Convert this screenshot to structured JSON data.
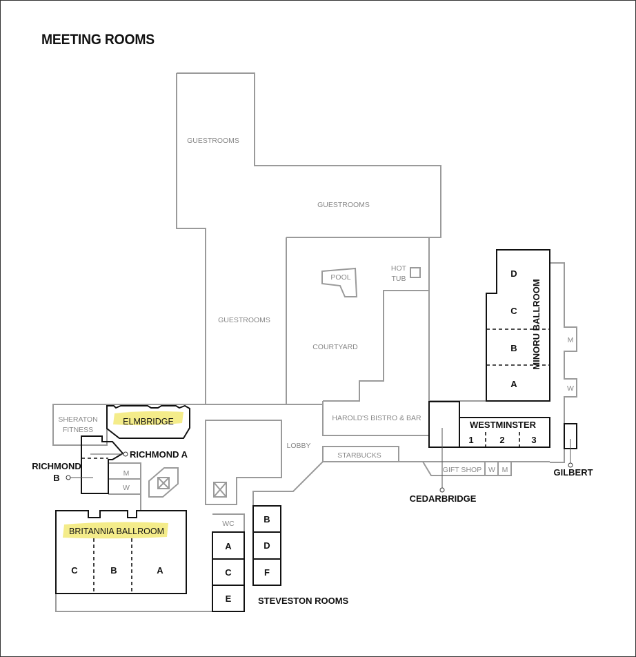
{
  "title": "MEETING ROOMS",
  "colors": {
    "highlight": "#f4ec8a",
    "wall_gray": "#9a9a9a",
    "wall_black": "#111111"
  },
  "labels": {
    "guestrooms_top": "GUESTROOMS",
    "guestrooms_mid": "GUESTROOMS",
    "guestrooms_left": "GUESTROOMS",
    "pool": "POOL",
    "hot": "HOT",
    "tub": "TUB",
    "courtyard": "COURTYARD",
    "bistro": "HAROLD'S BISTRO & BAR",
    "lobby": "LOBBY",
    "starbucks": "STARBUCKS",
    "gift_shop": "GIFT SHOP",
    "w": "W",
    "m": "M",
    "wc": "WC",
    "sheraton": "SHERATON",
    "fitness": "FITNESS"
  },
  "rooms": {
    "elmbridge": "ELMBRIDGE",
    "richmond_a": "RICHMOND A",
    "richmond_b_1": "RICHMOND",
    "richmond_b_2": "B",
    "britannia": "BRITANNIA BALLROOM",
    "britannia_sections": [
      "C",
      "B",
      "A"
    ],
    "steveston": "STEVESTON ROOMS",
    "steveston_left": [
      "A",
      "C",
      "E"
    ],
    "steveston_right": [
      "B",
      "D",
      "F"
    ],
    "westminster": "WESTMINSTER",
    "westminster_sections": [
      "1",
      "2",
      "3"
    ],
    "cedarbridge": "CEDARBRIDGE",
    "gilbert": "GILBERT",
    "minoru": "MINORU BALLROOM",
    "minoru_sections": [
      "D",
      "C",
      "B",
      "A"
    ]
  }
}
